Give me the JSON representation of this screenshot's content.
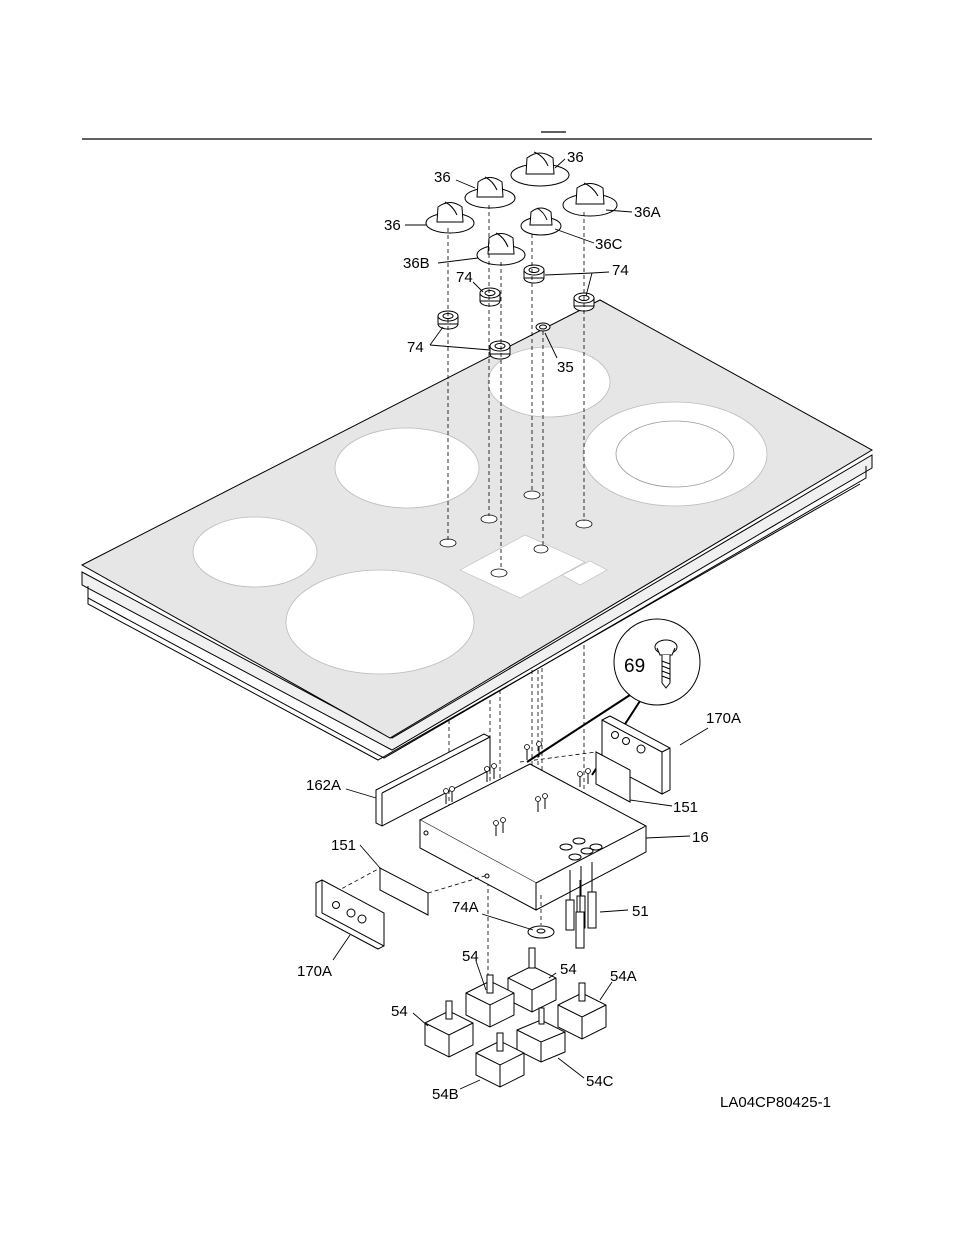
{
  "diagram_id": "LA04CP80425-1",
  "parts": [
    {
      "label": "36"
    },
    {
      "label": "36"
    },
    {
      "label": "36"
    },
    {
      "label": "36A"
    },
    {
      "label": "36B"
    },
    {
      "label": "36C"
    },
    {
      "label": "74"
    },
    {
      "label": "74"
    },
    {
      "label": "74"
    },
    {
      "label": "35"
    },
    {
      "label": "69"
    },
    {
      "label": "170A"
    },
    {
      "label": "162A"
    },
    {
      "label": "151"
    },
    {
      "label": "16"
    },
    {
      "label": "151"
    },
    {
      "label": "74A"
    },
    {
      "label": "51"
    },
    {
      "label": "170A"
    },
    {
      "label": "54"
    },
    {
      "label": "54"
    },
    {
      "label": "54A"
    },
    {
      "label": "54"
    },
    {
      "label": "54B"
    },
    {
      "label": "54C"
    }
  ],
  "colors": {
    "glass": "#e8e8e8",
    "glass_edge": "#f2f2f2",
    "line": "#000000",
    "background": "#ffffff"
  }
}
